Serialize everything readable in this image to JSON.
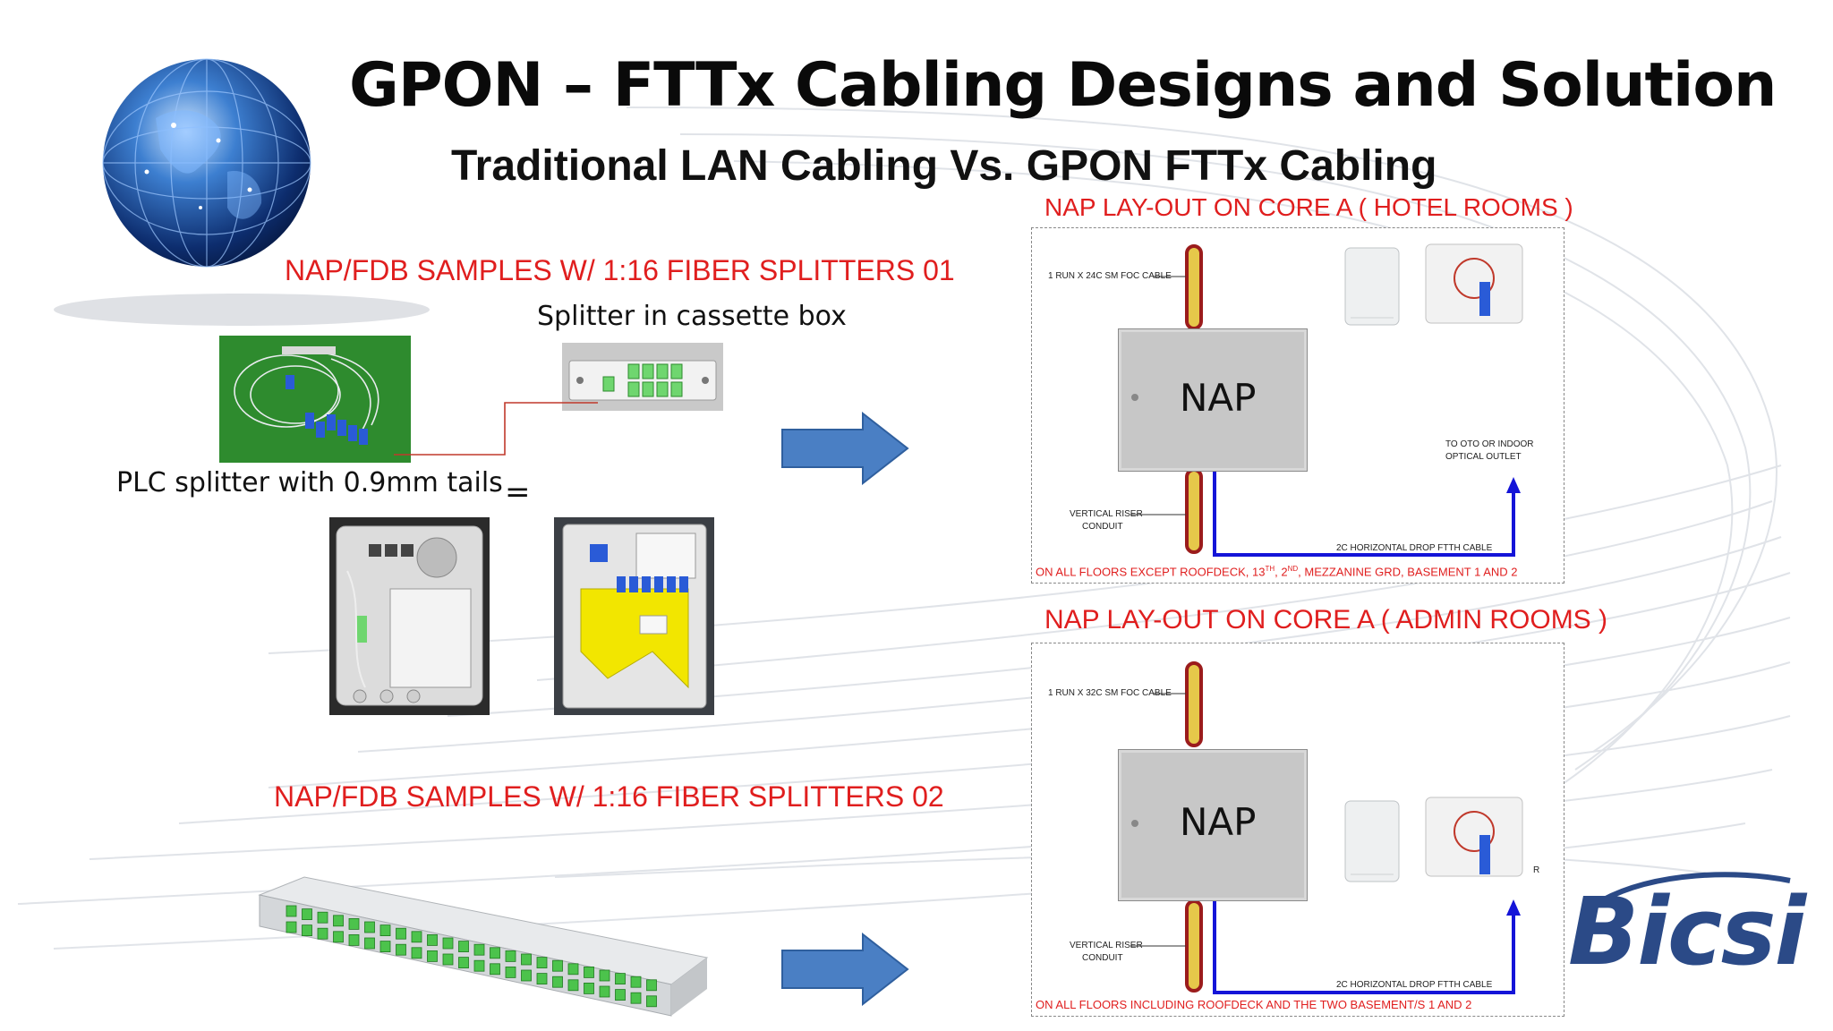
{
  "slide": {
    "title": "GPON – FTTx  Cabling Designs and Solution",
    "subtitle": "Traditional LAN Cabling  Vs. GPON FTTx  Cabling"
  },
  "left": {
    "section1_heading": "NAP/FDB  SAMPLES W/ 1:16 FIBER  SPLITTERS  01",
    "cassette_label": "Splitter in  cassette box",
    "plc_label": "PLC splitter with 0.9mm tails",
    "equals": "=",
    "section2_heading": "NAP/FDB  SAMPLES  W/ 1:16 FIBER SPLITTERS 02"
  },
  "diagram1": {
    "header": "NAP LAY-OUT ON CORE A ( HOTEL ROOMS )",
    "cable_label": "1 RUN X 24C SM FOC CABLE",
    "nap_label": "NAP",
    "riser_line1": "VERTICAL RISER",
    "riser_line2": "CONDUIT",
    "outlet_line1": "TO OTO OR INDOOR",
    "outlet_line2": "OPTICAL  OUTLET",
    "drop_label": "2C HORIZONTAL DROP FTTH CABLE",
    "footer_a": "ON ALL FLOORS EXCEPT ROOFDECK, 13",
    "footer_sup1": "TH",
    "footer_b": ", 2",
    "footer_sup2": "ND",
    "footer_c": ", MEZZANINE GRD, BASEMENT 1 AND 2"
  },
  "diagram2": {
    "header": "NAP LAY-OUT ON CORE A ( ADMIN ROOMS )",
    "cable_label": "1 RUN X 32C SM FOC CABLE",
    "nap_label": "NAP",
    "riser_line1": "VERTICAL RISER",
    "riser_line2": "CONDUIT",
    "outlet_partial": "R",
    "drop_label": "2C HORIZONTAL DROP FTTH CABLE",
    "footer": "ON ALL FLOORS INCLUDING  ROOFDECK  AND  THE  TWO  BASEMENT/S  1 AND 2"
  },
  "logo": {
    "text": "Bicsi"
  },
  "icons": [
    "globe-icon",
    "arrow-right-icon",
    "bicsi-logo"
  ],
  "colors": {
    "heading_red": "#e01e1e",
    "arrow_blue": "#4a7fc4",
    "conduit_red": "#9b1c1c",
    "conduit_yellow": "#e6c84a",
    "drop_blue": "#1414d8",
    "logo_blue": "#2b4a87"
  }
}
